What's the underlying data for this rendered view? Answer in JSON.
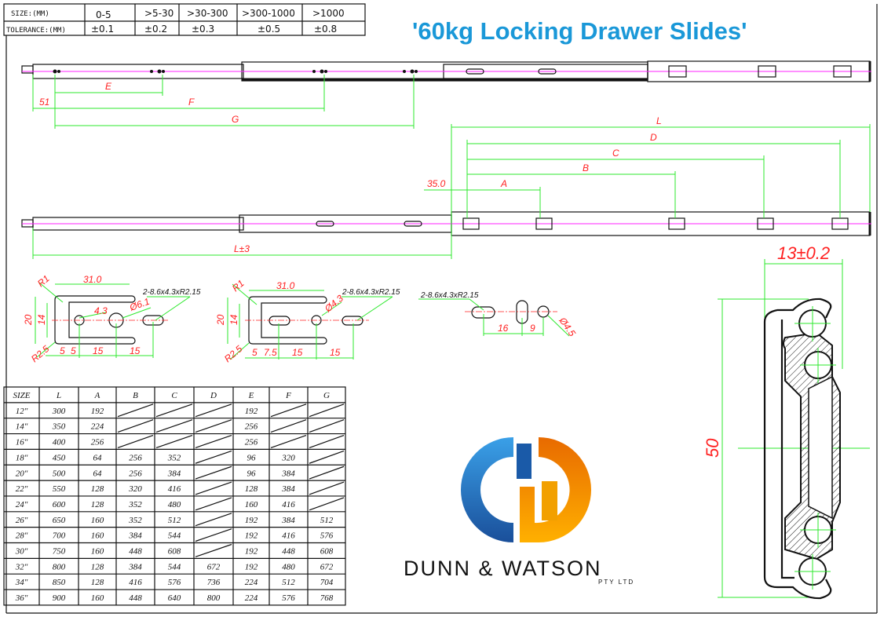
{
  "title": "'60kg Locking Drawer Slides'",
  "tolerance_table": {
    "size_label": "SIZE:(MM)",
    "tolerance_label": "TOLERANCE:(MM)",
    "sizes": [
      "0-5",
      ">5-30",
      ">30-300",
      ">300-1000",
      ">1000"
    ],
    "tolerances": [
      "±0.1",
      "±0.2",
      "±0.3",
      "±0.5",
      "±0.8"
    ]
  },
  "closed_view": {
    "dims": {
      "offset": "51",
      "e": "E",
      "f": "F",
      "g": "G"
    }
  },
  "extended_view": {
    "dims": {
      "offset": "35.0",
      "a": "A",
      "b": "B",
      "c": "C",
      "d": "D",
      "l": "L",
      "length": "L±3"
    }
  },
  "hole_detail_1": {
    "width": "31.0",
    "r1": "R1",
    "r2": "R2.5",
    "h20": "20",
    "h14": "14",
    "d43": "4.3",
    "dia": "Ø6.1",
    "slot": "2-8.6x4.3xR2.15",
    "x1": "5",
    "x2": "5",
    "x3": "15",
    "x4": "15"
  },
  "hole_detail_2": {
    "width": "31.0",
    "r1": "R1",
    "r2": "R2.5",
    "h20": "20",
    "h14": "14",
    "dia": "Ø4.3",
    "slot": "2-8.6x4.3xR2.15",
    "x1": "5",
    "x2": "7.5",
    "x3": "15",
    "x4": "15"
  },
  "hole_detail_3": {
    "slot": "2-8.6x4.3xR2.15",
    "x1": "16",
    "x2": "9",
    "dia": "Ø4.5"
  },
  "cross_section": {
    "width": "13±0.2",
    "height": "50"
  },
  "size_table": {
    "headers": [
      "SIZE",
      "L",
      "A",
      "B",
      "C",
      "D",
      "E",
      "F",
      "G"
    ],
    "rows": [
      [
        "12\"",
        "300",
        "192",
        "",
        "",
        "",
        "192",
        "",
        ""
      ],
      [
        "14\"",
        "350",
        "224",
        "",
        "",
        "",
        "256",
        "",
        ""
      ],
      [
        "16\"",
        "400",
        "256",
        "",
        "",
        "",
        "256",
        "",
        ""
      ],
      [
        "18\"",
        "450",
        "64",
        "256",
        "352",
        "",
        "96",
        "320",
        ""
      ],
      [
        "20\"",
        "500",
        "64",
        "256",
        "384",
        "",
        "96",
        "384",
        ""
      ],
      [
        "22\"",
        "550",
        "128",
        "320",
        "416",
        "",
        "128",
        "384",
        ""
      ],
      [
        "24\"",
        "600",
        "128",
        "352",
        "480",
        "",
        "160",
        "416",
        ""
      ],
      [
        "26\"",
        "650",
        "160",
        "352",
        "512",
        "",
        "192",
        "384",
        "512"
      ],
      [
        "28\"",
        "700",
        "160",
        "384",
        "544",
        "",
        "192",
        "416",
        "576"
      ],
      [
        "30\"",
        "750",
        "160",
        "448",
        "608",
        "",
        "192",
        "448",
        "608"
      ],
      [
        "32\"",
        "800",
        "128",
        "384",
        "544",
        "672",
        "192",
        "480",
        "672"
      ],
      [
        "34\"",
        "850",
        "128",
        "416",
        "576",
        "736",
        "224",
        "512",
        "704"
      ],
      [
        "36\"",
        "900",
        "160",
        "448",
        "640",
        "800",
        "224",
        "576",
        "768"
      ]
    ]
  },
  "logo": {
    "name": "DUNN & WATSON",
    "sub": "PTY LTD"
  },
  "colors": {
    "title": "#1a98d8",
    "dimension": "#ff2020",
    "extension": "#2ee82e",
    "centerline": "#ff22ff",
    "logo_blue": "#1e6fc0",
    "logo_orange": "#f08a10"
  }
}
